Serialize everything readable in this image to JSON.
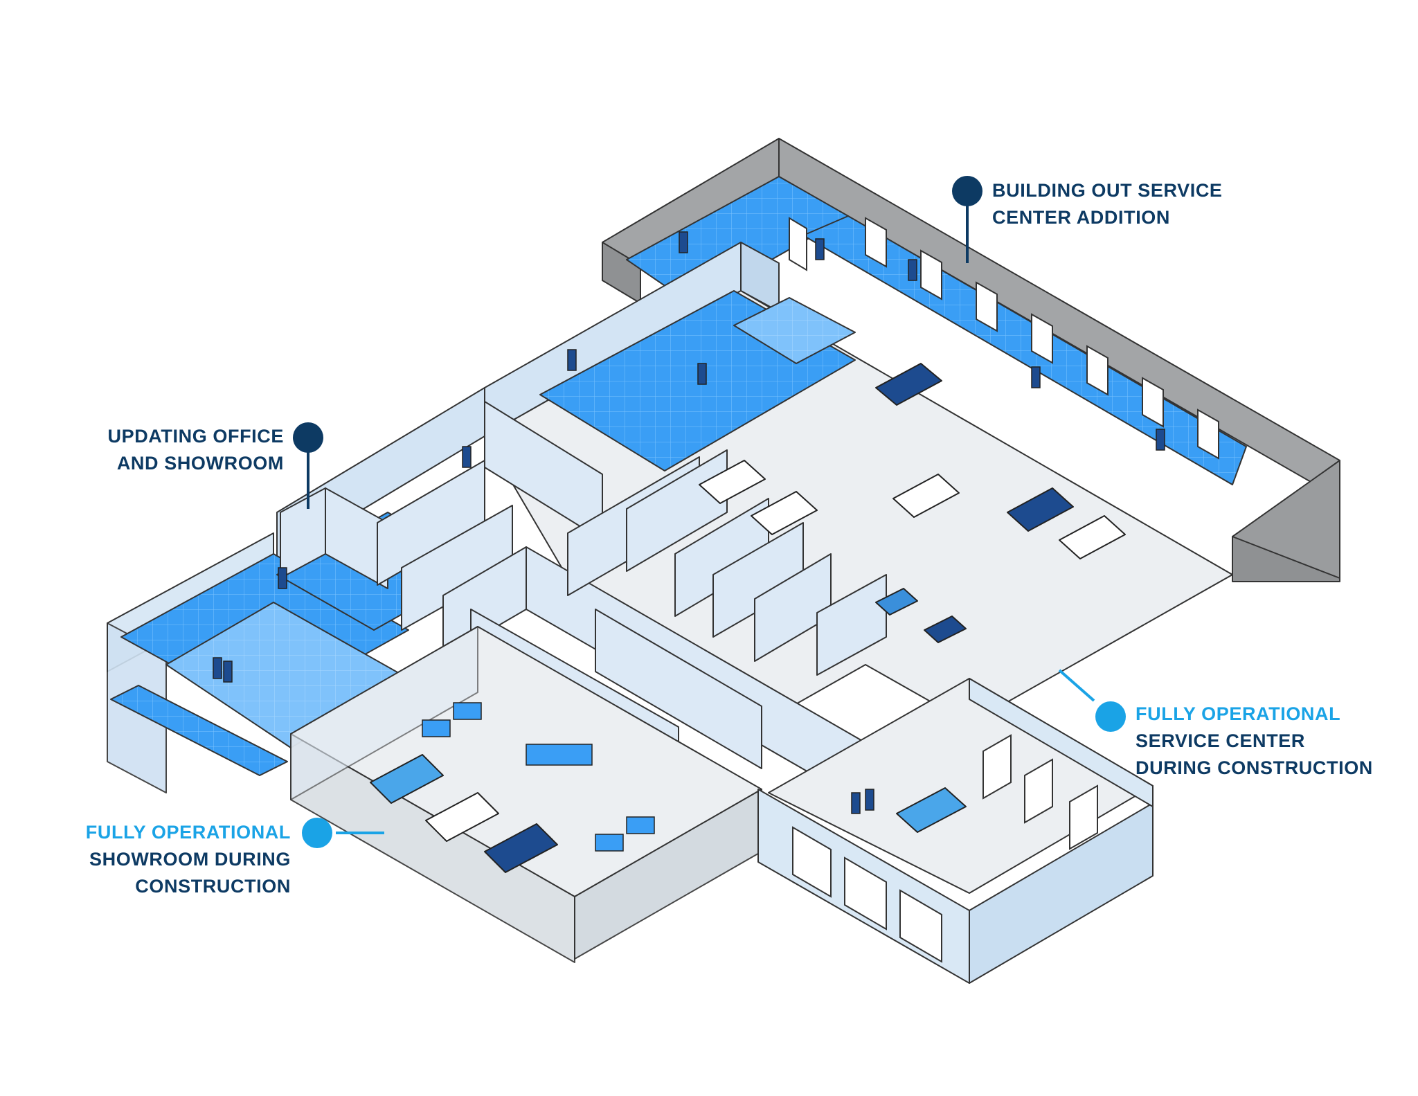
{
  "colors": {
    "dark_navy": "#0d3a63",
    "bright_blue": "#1aa3e6",
    "floor_blue": "#3a9ef5",
    "wall_light": "#d9e8f5",
    "wall_gray": "#a2a4a6",
    "floor_gray": "#eceff2"
  },
  "callouts": {
    "service_addition": {
      "dot_color": "#0d3a63",
      "lines": [
        "BUILDING OUT SERVICE",
        "CENTER ADDITION"
      ]
    },
    "office_showroom": {
      "dot_color": "#0d3a63",
      "lines": [
        "UPDATING OFFICE",
        "AND SHOWROOM"
      ]
    },
    "service_center": {
      "dot_color": "#1aa3e6",
      "lines": [
        "FULLY OPERATIONAL",
        "SERVICE CENTER",
        "DURING CONSTRUCTION"
      ]
    },
    "showroom": {
      "dot_color": "#1aa3e6",
      "lines": [
        "FULLY OPERATIONAL",
        "SHOWROOM DURING",
        "CONSTRUCTION"
      ]
    }
  }
}
